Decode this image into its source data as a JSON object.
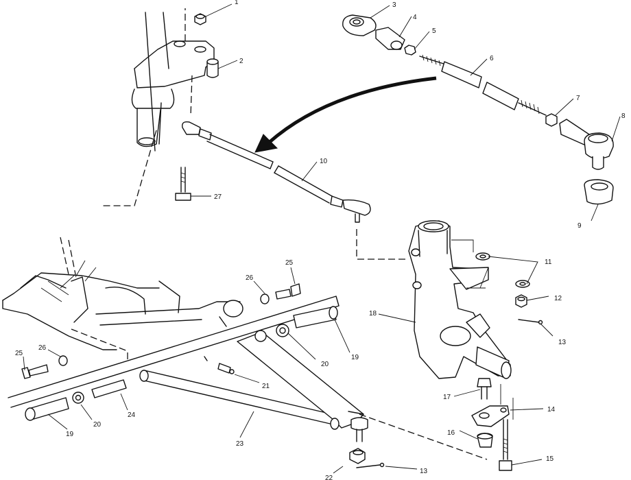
{
  "callouts": {
    "c1": "1",
    "c2": "2",
    "c3": "3",
    "c4": "4",
    "c5": "5",
    "c6": "6",
    "c7": "7",
    "c8": "8",
    "c9": "9",
    "c10": "10",
    "c11": "11",
    "c12": "12",
    "c13a": "13",
    "c13b": "13",
    "c14": "14",
    "c15": "15",
    "c16": "16",
    "c17": "17",
    "c18": "18",
    "c19a": "19",
    "c19b": "19",
    "c20a": "20",
    "c20b": "20",
    "c21": "21",
    "c22": "22",
    "c23": "23",
    "c24": "24",
    "c25a": "25",
    "c25b": "25",
    "c26a": "26",
    "c26b": "26",
    "c27": "27"
  }
}
